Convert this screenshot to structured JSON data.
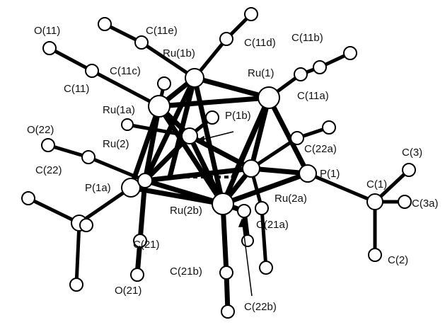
{
  "labels": {
    "O11": "O(11)",
    "C11e": "C(11e)",
    "Ru1b": "Ru(1b)",
    "C11d": "C(11d)",
    "C11b": "C(11b)",
    "Ru1": "Ru(1)",
    "C11c": "C(11c)",
    "C11": "C(11)",
    "C11a": "C(11a)",
    "Ru1a": "Ru(1a)",
    "P1b": "P(1b)",
    "O22": "O(22)",
    "Ru2": "Ru(2)",
    "C22a": "C(22a)",
    "C3": "C(3)",
    "C22": "C(22)",
    "P1": "P(1)",
    "P1a": "P(1a)",
    "C1": "C(1)",
    "C3a": "C(3a)",
    "Ru2a": "Ru(2a)",
    "Ru2b": "Ru(2b)",
    "C21a": "C(21a)",
    "C21": "C(21)",
    "C2": "C(2)",
    "C21b": "C(21b)",
    "O21": "O(21)",
    "C22b": "C(22b)"
  }
}
